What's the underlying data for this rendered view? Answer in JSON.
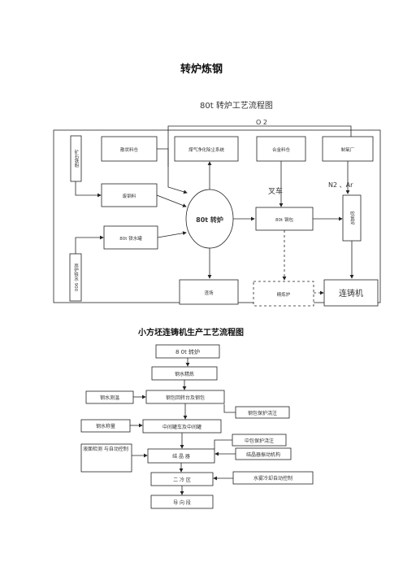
{
  "title": "转炉炼钢",
  "diagram1": {
    "caption": "80t 转炉工艺流程图",
    "o2": "O 2",
    "n2ar": "N2 、Ar",
    "crane": "叉车",
    "boxes": {
      "iron_ore": "矿石铁粉",
      "bulk": "散状料仓",
      "gas": "煤气净化除尘系统",
      "alloy": "合金料仓",
      "oxygen_plant": "制氧厂",
      "scrap": "废钢料",
      "converter": "80t 转炉",
      "ladle": "80t 钢包",
      "argon": "吹氩站",
      "hot_metal": "80t 铁水罐",
      "blast_furnace": "高炉铁水 900",
      "slag": "渣场",
      "refine": "精炼炉",
      "caster": "连铸机"
    }
  },
  "diagram2": {
    "title": "小方坯连铸机生产工艺流程图",
    "steps": {
      "s1": "8 0t 转炉",
      "s2": "钢水精炼",
      "s3": "钢包回转台及钢包",
      "s4": "中间罐车及中间罐",
      "s5": "结 晶 器",
      "s6": "二 冷 区",
      "s7": "导 向 段"
    },
    "side": {
      "temp": "钢水测温",
      "ladle_protect": "钢包保护浇注",
      "weigh": "钢水称量",
      "tundish_protect": "中包保护浇注",
      "level": "液面检测 与自动控制",
      "osc": "结晶器振动机构",
      "cool": "水雾冷却自动控制"
    }
  }
}
